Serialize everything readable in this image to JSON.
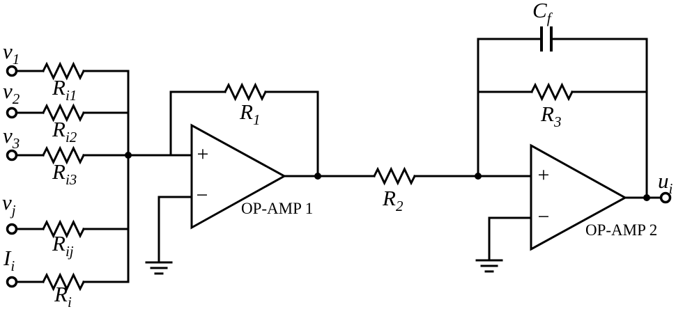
{
  "symbols": {
    "plus": "+",
    "minus": "−"
  },
  "inputs": [
    {
      "terminal": {
        "main": "v",
        "sub": "1"
      },
      "resistor": {
        "main": "R",
        "sub": "i1"
      }
    },
    {
      "terminal": {
        "main": "v",
        "sub": "2"
      },
      "resistor": {
        "main": "R",
        "sub": "i2"
      }
    },
    {
      "terminal": {
        "main": "v",
        "sub": "3"
      },
      "resistor": {
        "main": "R",
        "sub": "i3"
      }
    },
    {
      "terminal": {
        "main": "v",
        "sub": "j"
      },
      "resistor": {
        "main": "R",
        "sub": "ij"
      }
    },
    {
      "terminal": {
        "main": "I",
        "sub": "i"
      },
      "resistor": {
        "main": "R",
        "sub": "i"
      }
    }
  ],
  "stage1": {
    "label": "OP-AMP 1",
    "feedback_resistor": {
      "main": "R",
      "sub": "1"
    }
  },
  "coupling_resistor": {
    "main": "R",
    "sub": "2"
  },
  "stage2": {
    "label": "OP-AMP 2",
    "feedback_resistor": {
      "main": "R",
      "sub": "3"
    },
    "feedback_capacitor": {
      "main": "C",
      "sub": "f"
    }
  },
  "output_terminal": {
    "main": "u",
    "sub": "i"
  },
  "colors": {
    "line": "#000000",
    "background": "#ffffff"
  }
}
